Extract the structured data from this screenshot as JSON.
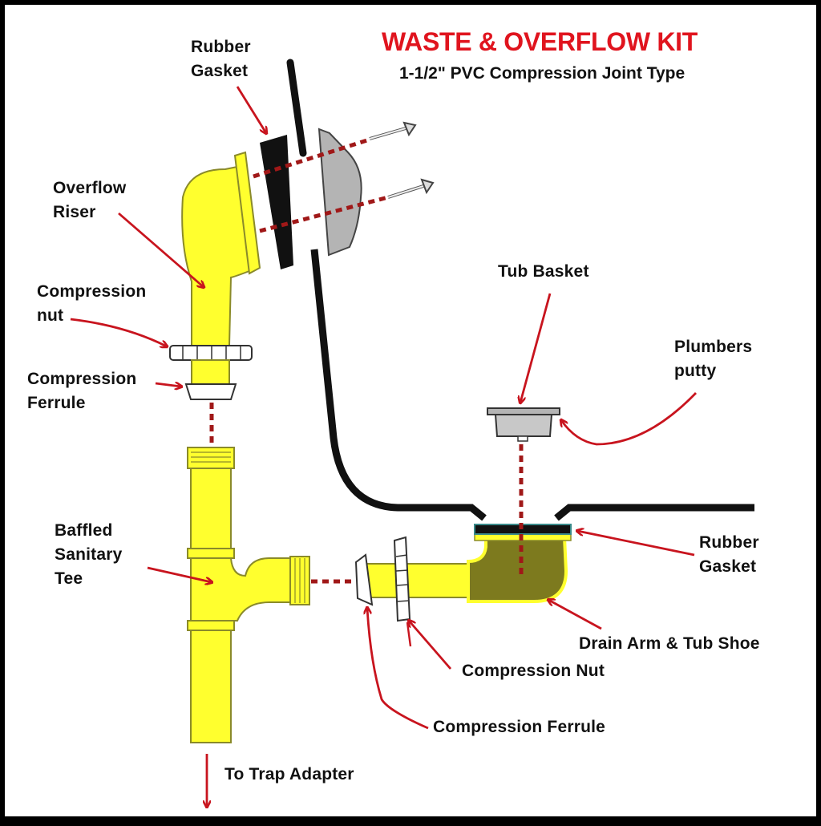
{
  "title": "WASTE & OVERFLOW KIT",
  "subtitle": "1-1/2\" PVC Compression Joint Type",
  "labels": {
    "rubber_gasket_top": [
      "Rubber",
      "Gasket"
    ],
    "overflow_riser": [
      "Overflow",
      "Riser"
    ],
    "compression_nut_left": [
      "Compression",
      "nut"
    ],
    "compression_ferrule_left": [
      "Compression",
      "Ferrule"
    ],
    "baffled_sanitary_tee": [
      "Baffled",
      "Sanitary",
      "Tee"
    ],
    "tub_basket": "Tub Basket",
    "plumbers_putty": [
      "Plumbers",
      "putty"
    ],
    "rubber_gasket_right": [
      "Rubber",
      "Gasket"
    ],
    "drain_arm_tub_shoe": "Drain Arm & Tub Shoe",
    "compression_nut_bottom": "Compression Nut",
    "compression_ferrule_bottom": "Compression Ferrule",
    "to_trap_adapter": "To Trap Adapter"
  },
  "colors": {
    "pipe": "#ffff2e",
    "pipe_outline": "#8a8a2a",
    "arrow": "#c8141e",
    "title": "#e0141e",
    "tub_shoe": "#7d7a1e",
    "plate": "#b4b4b4"
  }
}
